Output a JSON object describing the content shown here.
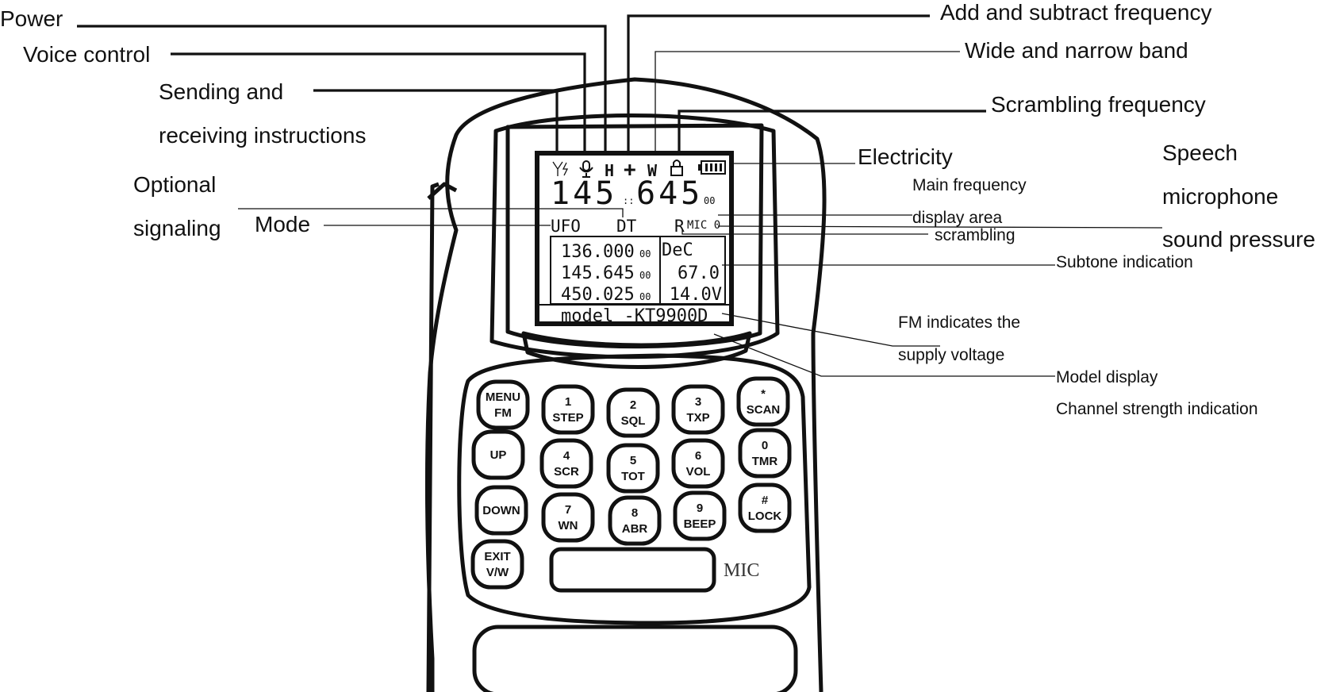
{
  "callouts": {
    "power": "Power",
    "voice_control": "Voice control",
    "sending_1": "Sending and",
    "sending_2": "receiving instructions",
    "optional_1": "Optional",
    "optional_2": "signaling",
    "mode": "Mode",
    "add_subtract": "Add and subtract frequency",
    "wide_narrow": "Wide and narrow band",
    "scrambling_freq": "Scrambling frequency",
    "electricity": "Electricity",
    "speech_1": "Speech",
    "speech_2": "microphone",
    "speech_3": "sound pressure",
    "main_freq_1": "Main frequency",
    "main_freq_2": "display area",
    "scrambling": "scrambling",
    "subtone": "Subtone indication",
    "fm_1": "FM indicates the",
    "fm_2": "supply voltage",
    "model_display": "Model display",
    "channel_strength": "Channel strength indication"
  },
  "lcd": {
    "icon_h": "H",
    "icon_plus": "+",
    "icon_w": "W",
    "main_frequency": "145",
    "main_frequency_sep": "::",
    "main_frequency_2": "645",
    "main_frequency_sub": "00",
    "mode": "UFO",
    "signaling": "DT",
    "scramble_flag": "R",
    "mic_level": "MIC 0",
    "freq_rows": [
      "136.000",
      "145.645",
      "450.025"
    ],
    "freq_rows_sub": [
      "00",
      "00",
      "00"
    ],
    "right_rows": [
      "DeC",
      "67.0",
      "14.0V"
    ],
    "model": "model -KT9900D"
  },
  "keys": [
    {
      "top": "MENU",
      "bottom": "FM"
    },
    {
      "top": "1",
      "bottom": "STEP"
    },
    {
      "top": "2",
      "bottom": "SQL"
    },
    {
      "top": "3",
      "bottom": "TXP"
    },
    {
      "top": "*",
      "bottom": "SCAN"
    },
    {
      "top": "UP",
      "bottom": ""
    },
    {
      "top": "4",
      "bottom": "SCR"
    },
    {
      "top": "5",
      "bottom": "TOT"
    },
    {
      "top": "6",
      "bottom": "VOL"
    },
    {
      "top": "0",
      "bottom": "TMR"
    },
    {
      "top": "DOWN",
      "bottom": ""
    },
    {
      "top": "7",
      "bottom": "WN"
    },
    {
      "top": "8",
      "bottom": "ABR"
    },
    {
      "top": "9",
      "bottom": "BEEP"
    },
    {
      "top": "#",
      "bottom": "LOCK"
    },
    {
      "top": "EXIT",
      "bottom": "V/W"
    }
  ],
  "mic_label": "MIC",
  "icons": [
    "antenna-lightning-icon",
    "microphone-icon",
    "lock-icon",
    "battery-icon"
  ]
}
